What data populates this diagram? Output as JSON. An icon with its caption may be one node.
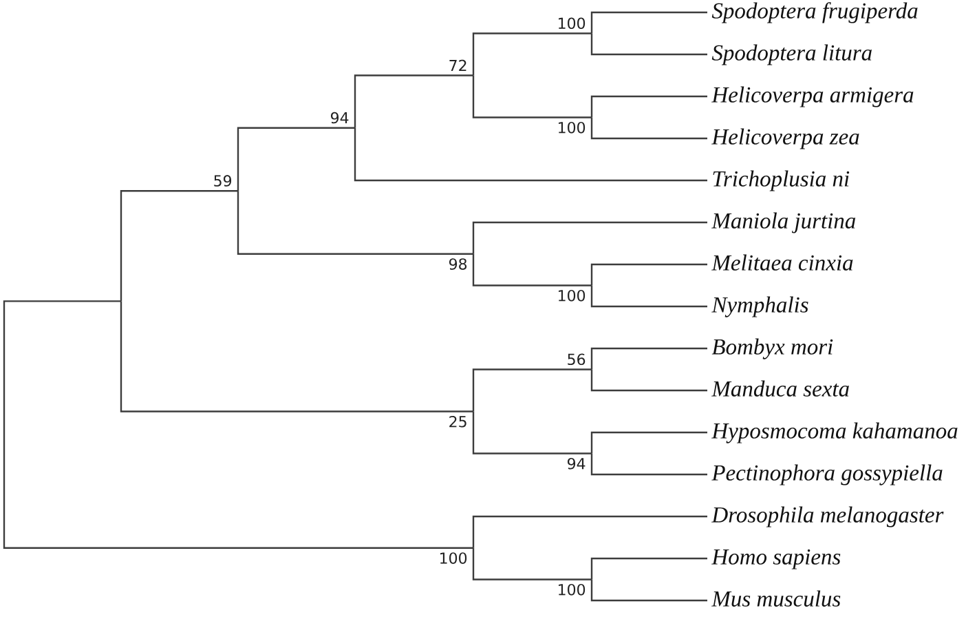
{
  "diagram": {
    "nodes": [
      {
        "text": [
          "Spodoptera frugiperda"
        ]
      },
      {
        "text": [
          "100"
        ]
      },
      {
        "text": [
          "Spodoptera litura"
        ]
      },
      {
        "text": [
          "72"
        ]
      },
      {
        "text": [
          "Helicoverpa armigera"
        ]
      },
      {
        "text": [
          "94"
        ]
      },
      {
        "text": [
          "100"
        ]
      },
      {
        "text": [
          "Helicoverpa zea"
        ]
      },
      {
        "text": [
          "Trichoplusia ni"
        ]
      },
      {
        "text": [
          "59"
        ]
      },
      {
        "text": [
          "Maniola jurtina"
        ]
      },
      {
        "text": [
          "Melitaea cinxia"
        ]
      },
      {
        "text": [
          "98"
        ]
      },
      {
        "text": [
          "100"
        ]
      },
      {
        "text": [
          "Nymphalis"
        ]
      },
      {
        "text": [
          "Bombyx mori"
        ]
      },
      {
        "text": [
          "56"
        ]
      },
      {
        "text": [
          "Manduca sexta"
        ]
      },
      {
        "text": [
          "25"
        ]
      },
      {
        "text": [
          "Hyposmocoma kahamanoa"
        ]
      },
      {
        "text": [
          "94"
        ]
      },
      {
        "text": [
          "Pectinophora gossypiella"
        ]
      },
      {
        "text": [
          "Drosophila melanogaster"
        ]
      },
      {
        "text": [
          "100"
        ]
      },
      {
        "text": [
          "Homo sapiens"
        ]
      },
      {
        "text": [
          "100"
        ]
      },
      {
        "text": [
          "Mus musculus"
        ]
      }
    ],
    "edges": [
      {
        "from": null,
        "to": 9,
        "arrow": "none"
      },
      {
        "from": null,
        "to": 18,
        "arrow": "none"
      },
      {
        "from": null,
        "to": 23,
        "arrow": "none"
      },
      {
        "from": 9,
        "to": 5,
        "arrow": "none"
      },
      {
        "from": 5,
        "to": 3,
        "arrow": "none"
      },
      {
        "from": 3,
        "to": 1,
        "arrow": "none"
      },
      {
        "from": 1,
        "to": 0,
        "arrow": "none"
      },
      {
        "from": 1,
        "to": 2,
        "arrow": "none"
      },
      {
        "from": 3,
        "to": 6,
        "arrow": "none"
      },
      {
        "from": 6,
        "to": 4,
        "arrow": "none"
      },
      {
        "from": 6,
        "to": 7,
        "arrow": "none"
      },
      {
        "from": 5,
        "to": 8,
        "arrow": "none"
      },
      {
        "from": 9,
        "to": 12,
        "arrow": "none"
      },
      {
        "from": 12,
        "to": 10,
        "arrow": "none"
      },
      {
        "from": 12,
        "to": 13,
        "arrow": "none"
      },
      {
        "from": 13,
        "to": 11,
        "arrow": "none"
      },
      {
        "from": 13,
        "to": 14,
        "arrow": "none"
      },
      {
        "from": 18,
        "to": 16,
        "arrow": "none"
      },
      {
        "from": 16,
        "to": 15,
        "arrow": "none"
      },
      {
        "from": 16,
        "to": 17,
        "arrow": "none"
      },
      {
        "from": 18,
        "to": 20,
        "arrow": "none"
      },
      {
        "from": 20,
        "to": 19,
        "arrow": "none"
      },
      {
        "from": 20,
        "to": 21,
        "arrow": "none"
      },
      {
        "from": 23,
        "to": 22,
        "arrow": "none"
      },
      {
        "from": 23,
        "to": 25,
        "arrow": "none"
      },
      {
        "from": 25,
        "to": 24,
        "arrow": "none"
      },
      {
        "from": 25,
        "to": 26,
        "arrow": "none"
      }
    ]
  }
}
